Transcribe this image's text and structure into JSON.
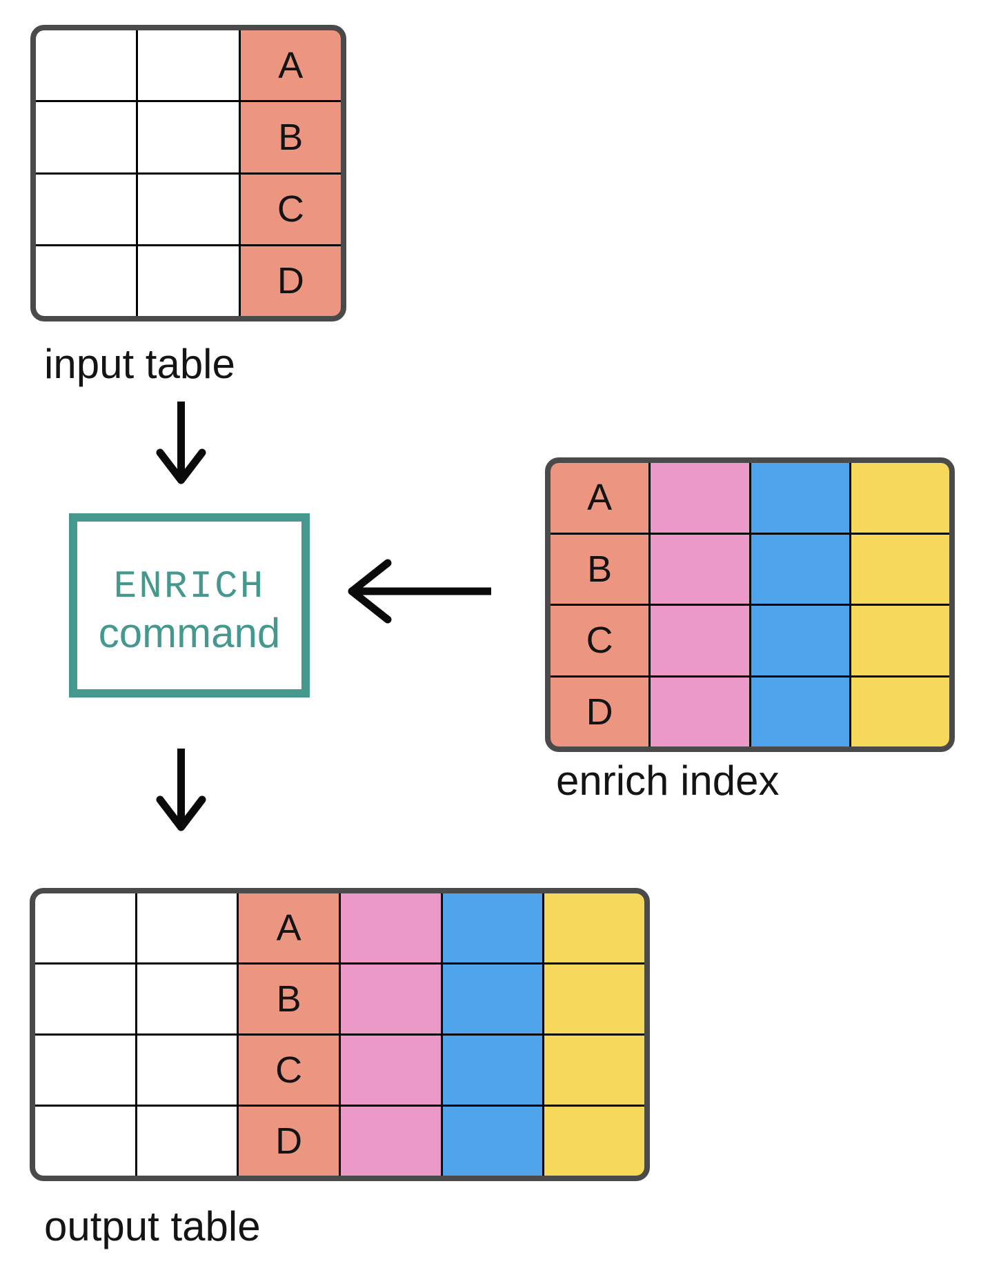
{
  "colors": {
    "salmon": "#EC9681",
    "pink": "#EB99C7",
    "blue": "#50A4EB",
    "yellow": "#F6D85B",
    "teal": "#44988E",
    "frame": "#4A4A4A",
    "grid": "#000000",
    "ink": "#141414"
  },
  "input_table": {
    "label": "input table",
    "key_values": [
      "A",
      "B",
      "C",
      "D"
    ]
  },
  "enrich_command": {
    "keyword": "ENRICH",
    "word": "command"
  },
  "enrich_index": {
    "label": "enrich index",
    "key_values": [
      "A",
      "B",
      "C",
      "D"
    ]
  },
  "output_table": {
    "label": "output table",
    "key_values": [
      "A",
      "B",
      "C",
      "D"
    ]
  },
  "icons": {
    "arrow_input_to_command": "arrow-down-icon",
    "arrow_index_to_command": "arrow-left-icon",
    "arrow_command_to_output": "arrow-down-icon"
  }
}
